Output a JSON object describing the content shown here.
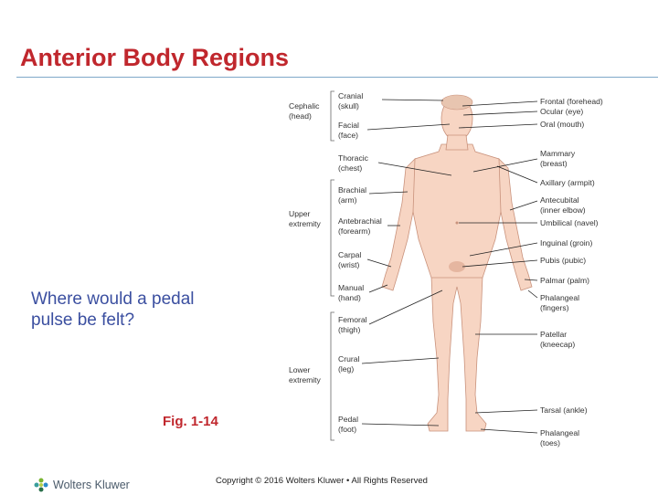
{
  "slide": {
    "title": "Anterior Body Regions",
    "question_lines": [
      "Where would a pedal",
      "pulse be felt?"
    ],
    "figure_ref": "Fig. 1-14",
    "copyright": "Copyright © 2016 Wolters Kluwer • All Rights Reserved",
    "logo_text": "Wolters Kluwer"
  },
  "colors": {
    "title": "#c0272d",
    "question": "#3b4fa0",
    "skin": "#f7d5c3",
    "rule": "#7fa9c9"
  },
  "diagram": {
    "groups_left": [
      {
        "lines": [
          "Cephalic",
          "(head)"
        ]
      },
      {
        "lines": [
          "Upper",
          "extremity"
        ]
      },
      {
        "lines": [
          "Lower",
          "extremity"
        ]
      }
    ],
    "labels_left": [
      {
        "lines": [
          "Cranial",
          "(skull)"
        ]
      },
      {
        "lines": [
          "Facial",
          "(face)"
        ]
      },
      {
        "lines": [
          "Thoracic",
          "(chest)"
        ]
      },
      {
        "lines": [
          "Brachial",
          "(arm)"
        ]
      },
      {
        "lines": [
          "Antebrachial",
          "(forearm)"
        ]
      },
      {
        "lines": [
          "Carpal",
          "(wrist)"
        ]
      },
      {
        "lines": [
          "Manual",
          "(hand)"
        ]
      },
      {
        "lines": [
          "Femoral",
          "(thigh)"
        ]
      },
      {
        "lines": [
          "Crural",
          "(leg)"
        ]
      },
      {
        "lines": [
          "Pedal",
          "(foot)"
        ]
      }
    ],
    "labels_right": [
      {
        "lines": [
          "Frontal (forehead)"
        ]
      },
      {
        "lines": [
          "Ocular (eye)"
        ]
      },
      {
        "lines": [
          "Oral (mouth)"
        ]
      },
      {
        "lines": [
          "Mammary",
          "(breast)"
        ]
      },
      {
        "lines": [
          "Axillary (armpit)"
        ]
      },
      {
        "lines": [
          "Antecubital",
          "(inner elbow)"
        ]
      },
      {
        "lines": [
          "Umbilical (navel)"
        ]
      },
      {
        "lines": [
          "Inguinal (groin)"
        ]
      },
      {
        "lines": [
          "Pubis (pubic)"
        ]
      },
      {
        "lines": [
          "Palmar (palm)"
        ]
      },
      {
        "lines": [
          "Phalangeal",
          "(fingers)"
        ]
      },
      {
        "lines": [
          "Patellar",
          "(kneecap)"
        ]
      },
      {
        "lines": [
          "Tarsal (ankle)"
        ]
      },
      {
        "lines": [
          "Phalangeal",
          "(toes)"
        ]
      }
    ]
  }
}
